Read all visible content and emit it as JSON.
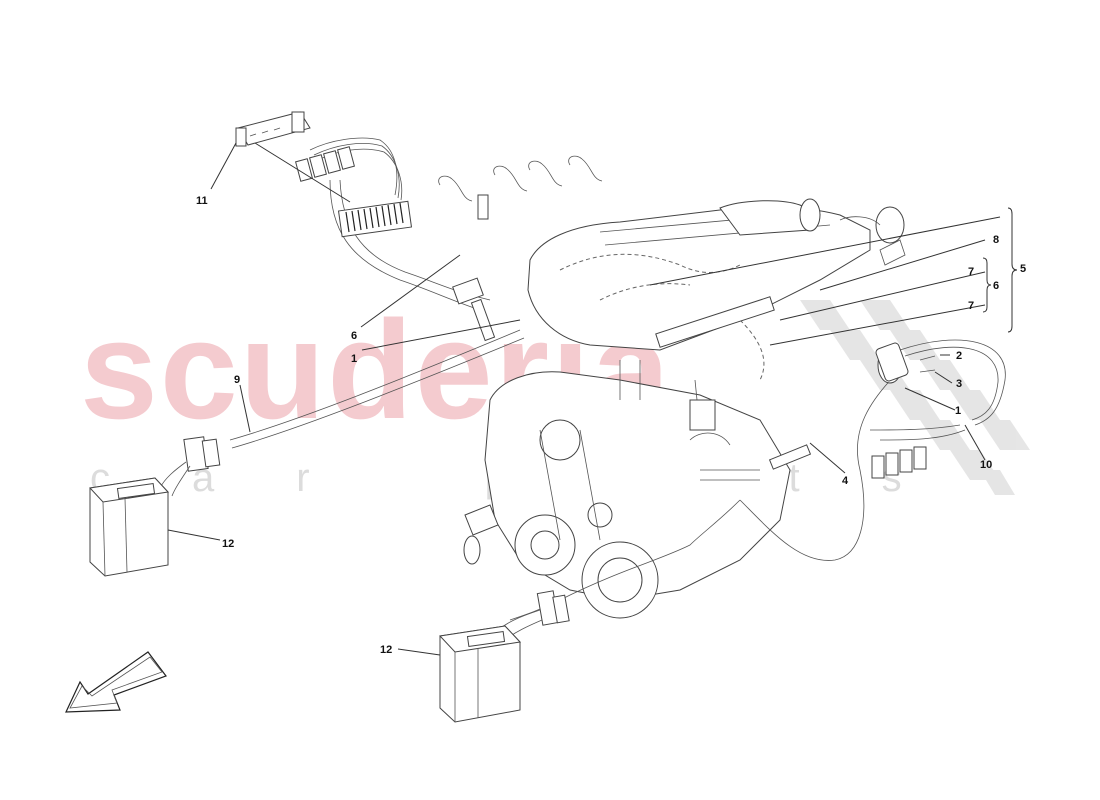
{
  "watermark": {
    "main": "scuderia",
    "sub": "car parts"
  },
  "callouts": [
    "1",
    "2",
    "3",
    "4",
    "5",
    "6",
    "7",
    "8",
    "9",
    "10",
    "11",
    "12"
  ],
  "labels": {
    "l11": "11",
    "l6a": "6",
    "l1a": "1",
    "l9": "9",
    "l12a": "12",
    "l12b": "12",
    "l8": "8",
    "l7a": "7",
    "l7b": "7",
    "l6b": "6",
    "l5": "5",
    "l2": "2",
    "l3": "3",
    "l1b": "1",
    "l10": "10",
    "l4": "4"
  },
  "icons": {
    "direction": "direction-arrow-icon",
    "checker": "checkered-flag-icon"
  }
}
